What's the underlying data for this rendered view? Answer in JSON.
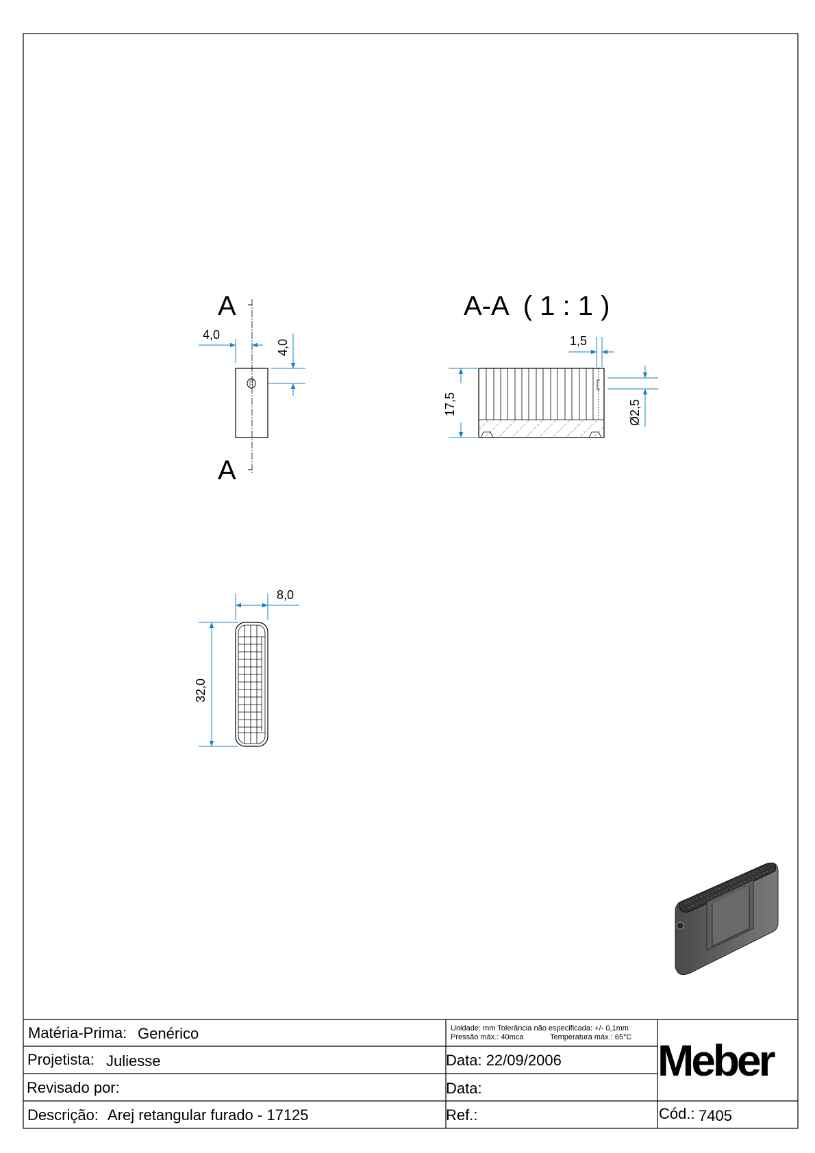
{
  "colors": {
    "dimension": "#1a7fc0",
    "hatch": "#2e8b2e",
    "line": "#000000",
    "solid": "#6e6e6e"
  },
  "views": {
    "front": {
      "section_label_top": "A",
      "section_label_bottom": "A",
      "dim_horizontal": "4,0",
      "dim_vertical": "4,0"
    },
    "section": {
      "title": "A-A  ( 1 : 1 )",
      "dim_height": "17,5",
      "dim_wall": "1,5",
      "dim_hole": "Ø2,5"
    },
    "bottom": {
      "dim_width": "8,0",
      "dim_length": "32,0"
    }
  },
  "title_block": {
    "materia_label": "Matéria-Prima:",
    "materia_value": "Genérico",
    "projetista_label": "Projetista:",
    "projetista_value": "Juliesse",
    "revisado_label": "Revisado por:",
    "descricao_label": "Descrição:",
    "descricao_value": "Arej retangular furado - 17125",
    "notes_line1": "Unidade: mm Tolerância não especificada: +/- 0,1mm",
    "notes_line2_a": "Pressão máx.: 40mca",
    "notes_line2_b": "Temperatura máx.: 65°C",
    "data1": "Data: 22/09/2006",
    "data2": "Data:",
    "ref": "Ref.:",
    "logo": "Meber",
    "cod_label": "Cód.:",
    "cod_value": "7405"
  }
}
